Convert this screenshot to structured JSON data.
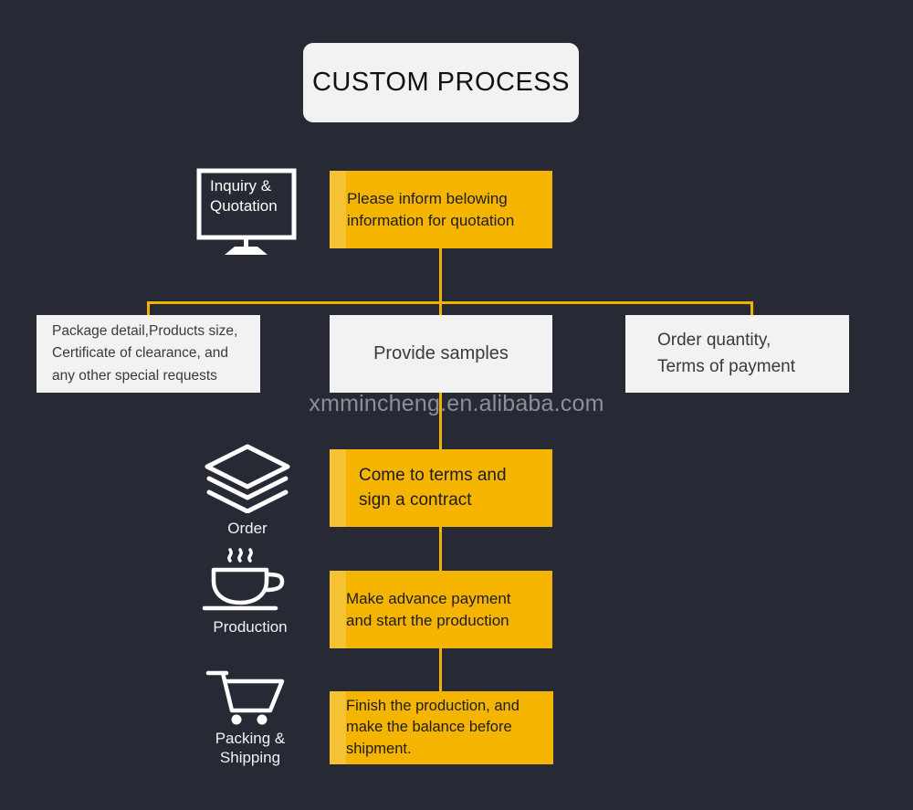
{
  "page": {
    "background_color": "#272a35",
    "accent_color": "#f5b400",
    "line_color": "#f0b400",
    "panel_color": "#f2f2f2"
  },
  "title": {
    "text": "CUSTOM PROCESS"
  },
  "watermark": {
    "text": "xmmincheng.en.alibaba.com"
  },
  "stages": {
    "inquiry": {
      "icon": "monitor-icon",
      "label": "Inquiry &\nQuotation",
      "box": "Please inform belowing\ninformation for quotation"
    },
    "order": {
      "icon": "layers-icon",
      "label": "Order",
      "box": "Come to terms and\nsign a contract"
    },
    "production": {
      "icon": "coffee-cup-icon",
      "label": "Production",
      "box": "Make advance payment\nand start the production"
    },
    "shipping": {
      "icon": "shopping-cart-icon",
      "label": "Packing &\nShipping",
      "box": "Finish the production, and\nmake the balance before\nshipment."
    }
  },
  "quotation_requirements": {
    "left": "Package detail,Products size,\nCertificate of clearance, and\nany other special requests",
    "center": "Provide samples",
    "right": "Order quantity,\nTerms of payment"
  }
}
